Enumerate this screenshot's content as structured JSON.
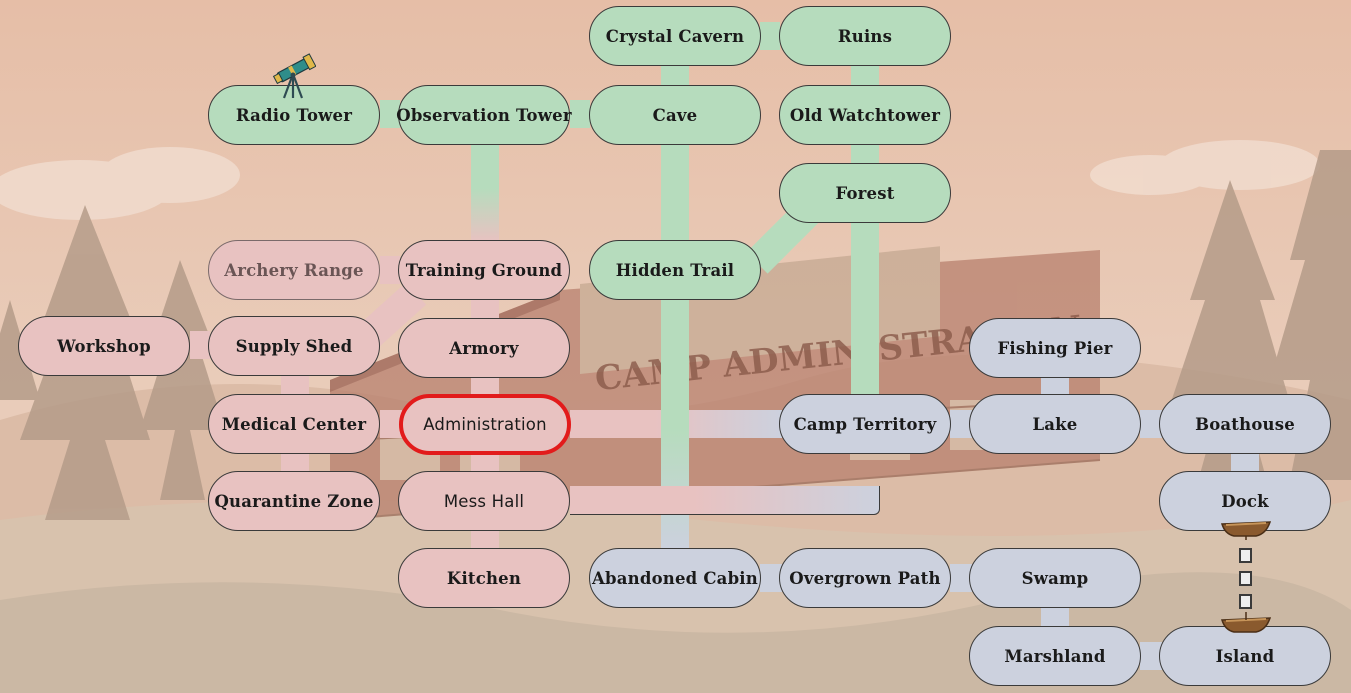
{
  "map": {
    "background": {
      "sign_text": "CAMP ADMINISTRATION"
    },
    "current_location": "Administration",
    "nodes": {
      "crystal_cavern": "Crystal Cavern",
      "ruins": "Ruins",
      "radio_tower": "Radio Tower",
      "observation_tower": "Observation Tower",
      "cave": "Cave",
      "old_watchtower": "Old Watchtower",
      "forest": "Forest",
      "archery_range": "Archery Range",
      "training_ground": "Training Ground",
      "hidden_trail": "Hidden Trail",
      "workshop": "Workshop",
      "supply_shed": "Supply Shed",
      "armory": "Armory",
      "fishing_pier": "Fishing Pier",
      "medical_center": "Medical Center",
      "administration": "Administration",
      "camp_territory": "Camp Territory",
      "lake": "Lake",
      "boathouse": "Boathouse",
      "quarantine_zone": "Quarantine Zone",
      "mess_hall": "Mess Hall",
      "dock": "Dock",
      "kitchen": "Kitchen",
      "abandoned_cabin": "Abandoned Cabin",
      "overgrown_path": "Overgrown Path",
      "swamp": "Swamp",
      "marshland": "Marshland",
      "island": "Island"
    },
    "icons": [
      "telescope-icon",
      "boat-icon",
      "boat-icon"
    ],
    "colors": {
      "zone_north": "#b6dcbd",
      "zone_camp": "#e8c2c1",
      "zone_water": "#ccd1de",
      "current_highlight": "#e21b1b"
    }
  }
}
